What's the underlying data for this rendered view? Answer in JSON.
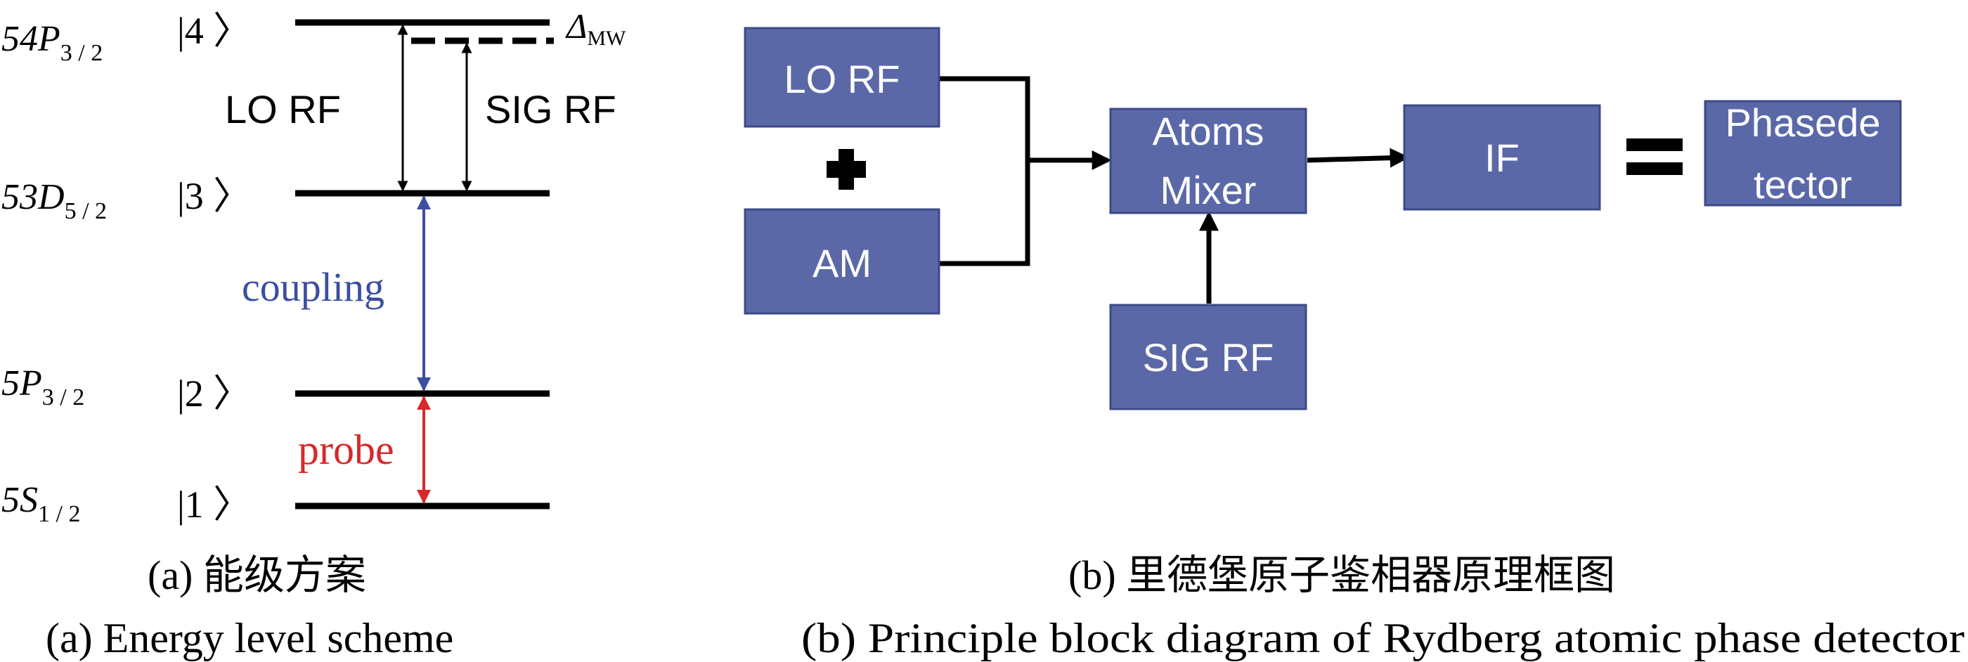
{
  "panel_a": {
    "levels": [
      {
        "term_main": "54P",
        "term_sub": "3 / 2",
        "ket": "|4 〉"
      },
      {
        "term_main": "53D",
        "term_sub": "5 / 2",
        "ket": "|3 〉"
      },
      {
        "term_main": "5P",
        "term_sub": "3 / 2",
        "ket": "|2 〉"
      },
      {
        "term_main": "5S",
        "term_sub": "1 / 2",
        "ket": "|1 〉"
      }
    ],
    "detuning_main": "Δ",
    "detuning_sub": "MW",
    "lo_rf_label": "LO RF",
    "sig_rf_label": "SIG RF",
    "coupling_label": "coupling",
    "probe_label": "probe",
    "caption_cn": "(a) 能级方案",
    "caption_en": "(a) Energy level scheme",
    "colors": {
      "coupling": "#3c4ea0",
      "probe": "#d8292a"
    }
  },
  "panel_b": {
    "blocks": {
      "lo_rf": "LO RF",
      "plus": "+",
      "am": "AM",
      "mixer_line1": "Atoms",
      "mixer_line2": "Mixer",
      "sig_rf": "SIG RF",
      "if": "IF",
      "equals": "=",
      "detector_line1": "Phasede",
      "detector_line2": "tector"
    },
    "caption_cn": "(b) 里德堡原子鉴相器原理框图",
    "caption_en": "(b) Principle block diagram of Rydberg atomic phase detector",
    "colors": {
      "block_fill": "#5b68a8",
      "block_stroke": "#3e4a86"
    }
  }
}
